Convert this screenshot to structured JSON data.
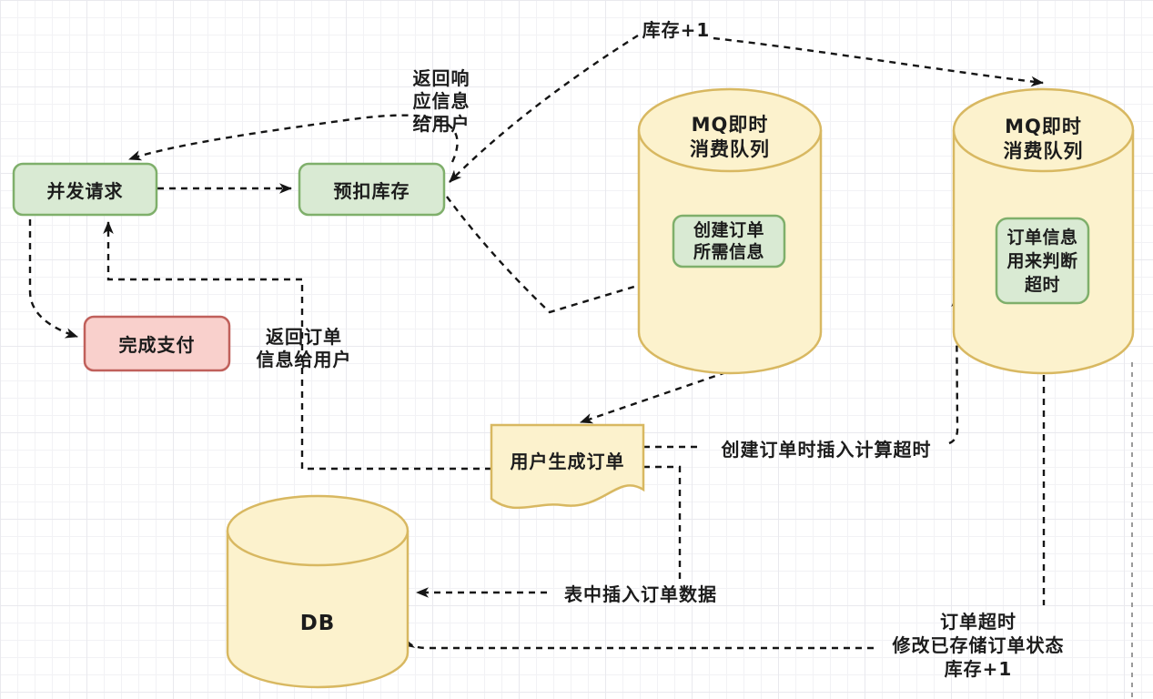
{
  "diagram": {
    "nodes": {
      "concurrent_request": {
        "label": "并发请求"
      },
      "pre_deduct_stock": {
        "label": "预扣库存"
      },
      "complete_payment": {
        "label": "完成支付"
      },
      "mq_queue_1": {
        "title": [
          "MQ即时",
          "消费队列"
        ],
        "inner": [
          "创建订单",
          "所需信息"
        ]
      },
      "mq_queue_2": {
        "title": [
          "MQ即时",
          "消费队列"
        ],
        "inner": [
          "订单信息",
          "用来判断",
          "超时"
        ]
      },
      "user_order_doc": {
        "label": "用户生成订单"
      },
      "db": {
        "label": "DB"
      }
    },
    "edge_labels": {
      "stock_plus_one_top": "库存+1",
      "return_response": [
        "返回响",
        "应信息",
        "给用户"
      ],
      "return_order_info": [
        "返回订单",
        "信息给用户"
      ],
      "insert_timeout_on_create": "创建订单时插入计算超时",
      "insert_order_data": "表中插入订单数据",
      "order_timeout": [
        "订单超时",
        "修改已存储订单状态",
        "库存+1"
      ]
    },
    "colors": {
      "green_fill": "#D9EAD3",
      "green_stroke": "#7FAF6B",
      "pink_fill": "#F9D0CC",
      "pink_stroke": "#C0605B",
      "yellow_fill": "#FCF2CD",
      "yellow_stroke": "#D8B861",
      "connector": "#151515",
      "faint_connector": "#9A9A9A"
    }
  }
}
